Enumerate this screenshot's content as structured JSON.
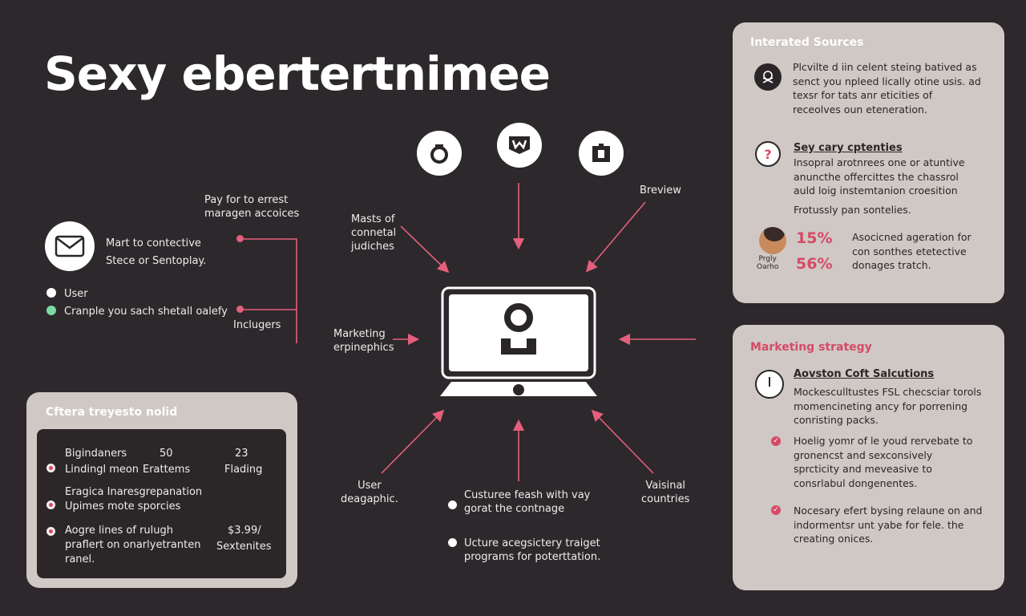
{
  "title": "Sexy ebertertnimee",
  "top_icons": [
    "ring-icon",
    "w-badge-icon",
    "puzzle-icon"
  ],
  "left": {
    "label_top": "Pay for to errest\nmaragen accoices",
    "mail_text": "Mart to contective\nStece or Sentoplay.",
    "user_label": "User",
    "example_text": "Cranple you sach shetall oalefy",
    "indulgers": "Inclugers"
  },
  "center_labels": {
    "masts": "Masts of\nconnetal\njudiches",
    "breview": "Breview",
    "marketing": "Marketing\nerpinephics",
    "user_geo": "User\ndeagaphic.",
    "customer": "Custuree feash with vay\ngorat the contnage",
    "lecture": "Ucture acegsictery traiget\nprograms for poterttation.",
    "vaisinal": "Vaisinal\ncountries"
  },
  "card": {
    "header": "Cftera treyesto nolid",
    "rows": [
      {
        "c1": "Bigindaners",
        "c2": "50",
        "c3": "23"
      },
      {
        "c1": "Lindingl meon",
        "c2": "Erattems",
        "c3": "Flading"
      }
    ],
    "item2": "Eragica Inaresgrepanation\nUpimes mote sporcies",
    "item3": "Aogre lines of rulugh\npraflert on onarlyetranten\nranel.",
    "price": "$3.99/",
    "price_sub": "Sextenites"
  },
  "panel_top": {
    "header": "Interated Sources",
    "p1": "Plcvilte d iin celent steing batived as\nsenct you npleed lically otine usis. ad\ntexsr for tats anr eticities of\nreceolves oun eteneration.",
    "sub": "Sey cary cptenties",
    "p2": "Insopral arotnrees one or atuntive\nanuncthe offercittes the chassrol\nauld loig instemtanion croesition",
    "p3": "Frotussly pan sontelies.",
    "avatar_label": "Prgly\nOarho",
    "pct1": "15%",
    "pct2": "56%",
    "p4": "Asocicned ageration for\ncon sonthes etetective\ndonages tratch."
  },
  "panel_bottom": {
    "header": "Marketing strategy",
    "sub": "Aovston Coft Salcutions",
    "p1": "Mockesculltustes FSL checsciar torols\nmomencineting ancy for porrening\nconristing packs.",
    "p2": "Hoelig yomr of le youd rervebate to\ngronencst and sexconsively\nsprcticity and meveasive to\nconsrlabul dongenentes.",
    "p3": "Nocesary efert bysing relaune on and\nindormentsr unt yabe for fele. the\ncreating onices."
  },
  "colors": {
    "background": "#2d282b",
    "accent": "#e45f7c",
    "panel": "#cfc8c4",
    "green_dot": "#7ed9a0"
  }
}
